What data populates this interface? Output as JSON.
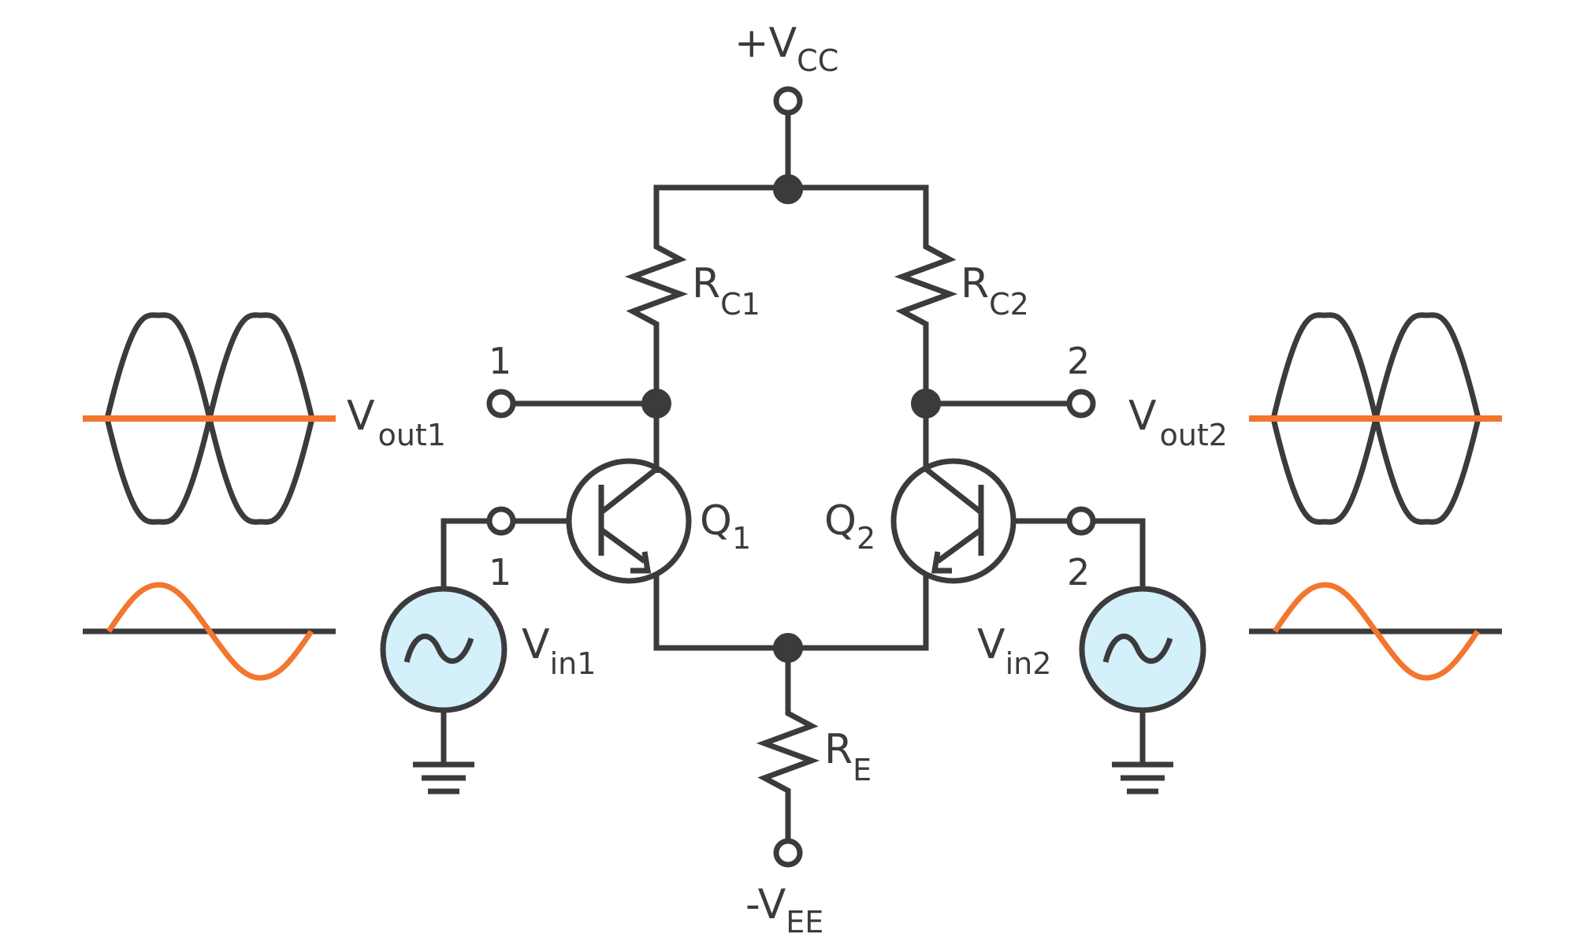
{
  "labels": {
    "vcc_main": "+V",
    "vcc_sub": "CC",
    "vee_main": "-V",
    "vee_sub": "EE",
    "rc1_main": "R",
    "rc1_sub": "C1",
    "rc2_main": "R",
    "rc2_sub": "C2",
    "re_main": "R",
    "re_sub": "E",
    "q1_main": "Q",
    "q1_sub": "1",
    "q2_main": "Q",
    "q2_sub": "2",
    "vout1_main": "V",
    "vout1_sub": "out1",
    "vout2_main": "V",
    "vout2_sub": "out2",
    "vin1_main": "V",
    "vin1_sub": "in1",
    "vin2_main": "V",
    "vin2_sub": "in2",
    "out_term_1": "1",
    "out_term_2": "2",
    "in_term_1": "1",
    "in_term_2": "2"
  },
  "colors": {
    "wire": "#3b3b3d",
    "source_fill": "#d3f0fb",
    "accent": "#f2762e"
  }
}
